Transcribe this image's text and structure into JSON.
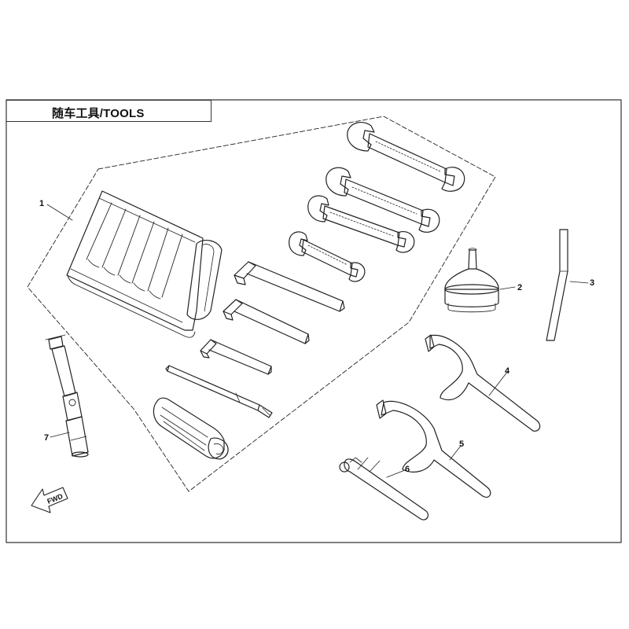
{
  "title": "随车工具/TOOLS",
  "callouts": [
    "1",
    "2",
    "3",
    "4",
    "5",
    "6",
    "7"
  ],
  "direction_label": "FWD",
  "colors": {
    "line": "#222222",
    "frame": "#333333",
    "background": "#ffffff"
  }
}
